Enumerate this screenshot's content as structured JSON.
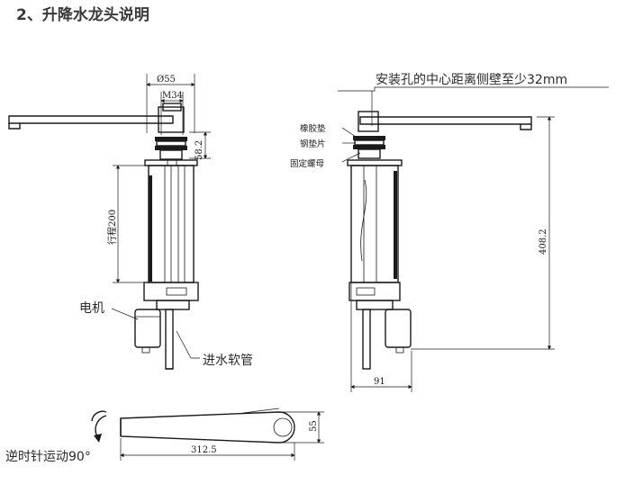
{
  "title": "2、升降水龙头说明",
  "dims": {
    "d55": "Ø55",
    "m34": "M34",
    "h58": "58.2",
    "stroke": "行程200",
    "h408": "408.2",
    "w91": "91",
    "w312": "312.5",
    "h55": "55"
  },
  "labels": {
    "hole_note": "安装孔的中心距离侧壁至少32mm",
    "rubber_pad": "橡胶垫",
    "steel_pad": "钢垫片",
    "nut": "固定螺母",
    "motor": "电机",
    "hose": "进水软管",
    "rotate": "逆时针运动90°"
  },
  "colors": {
    "line": "#1a1a1a",
    "fill_dark": "#1a1a1a",
    "title": "#3a3a3a"
  }
}
